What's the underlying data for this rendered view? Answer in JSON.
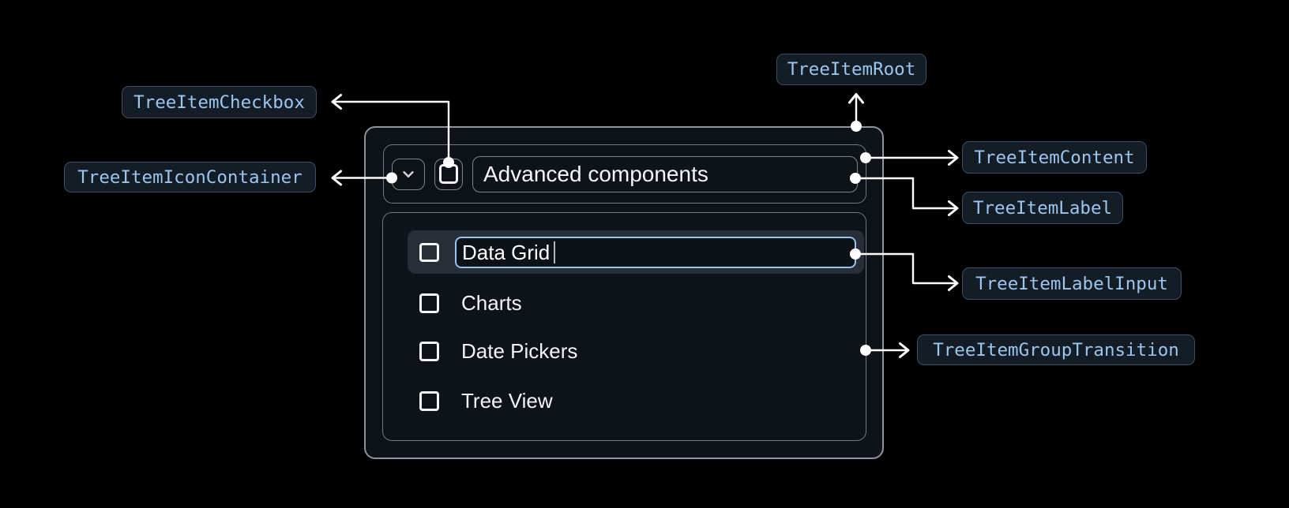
{
  "annotations": {
    "root": {
      "label": "TreeItemRoot"
    },
    "content": {
      "label": "TreeItemContent"
    },
    "label": {
      "label": "TreeItemLabel"
    },
    "label_input": {
      "label": "TreeItemLabelInput"
    },
    "group_transition": {
      "label": "TreeItemGroupTransition"
    },
    "checkbox": {
      "label": "TreeItemCheckbox"
    },
    "icon_container": {
      "label": "TreeItemIconContainer"
    }
  },
  "tree": {
    "parent": {
      "label": "Advanced components",
      "expanded": true,
      "checked": false
    },
    "children": [
      {
        "label": "Data Grid",
        "state": "editing",
        "selected": true,
        "checked": false
      },
      {
        "label": "Charts",
        "checked": false
      },
      {
        "label": "Date Pickers",
        "checked": false
      },
      {
        "label": "Tree View",
        "checked": false
      }
    ]
  },
  "icons": {
    "expand": "chevron-down-icon",
    "checkbox_state": "unchecked"
  },
  "colors": {
    "background": "#000000",
    "surface": "#0E1319",
    "selected_row_bg": "#272E38",
    "accent_blue": "#93C4F2",
    "annotation_text": "#9AC6EF",
    "annotation_border": "#3B4F64",
    "annotation_bg": "#141C26",
    "box_border": "#7D848D",
    "root_border": "#8D949D",
    "connector": "#FFFFFF",
    "text": "#F2F5F8"
  }
}
